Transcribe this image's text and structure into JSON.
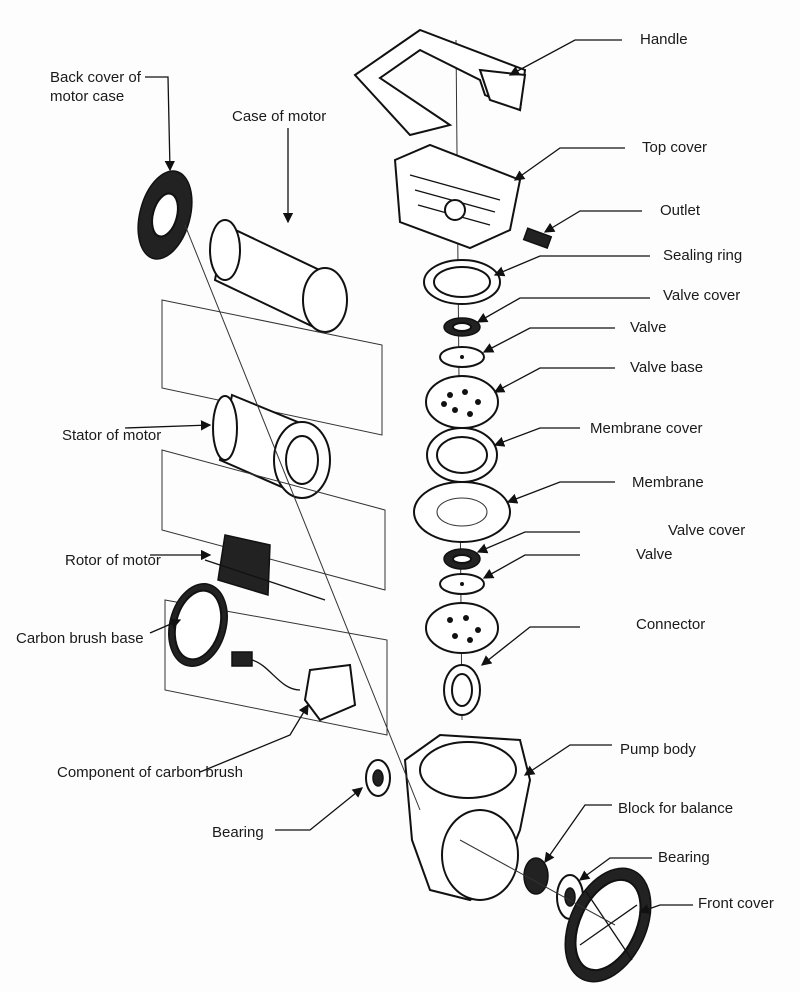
{
  "labels": {
    "handle": "Handle",
    "top_cover": "Top cover",
    "outlet": "Outlet",
    "sealing_ring": "Sealing ring",
    "valve_cover_1": "Valve cover",
    "valve_1": "Valve",
    "valve_base": "Valve base",
    "membrane_cover": "Membrane cover",
    "membrane": "Membrane",
    "valve_cover_2": "Valve cover",
    "valve_2": "Valve",
    "connector": "Connector",
    "pump_body": "Pump body",
    "block_for_balance": "Block for balance",
    "bearing_right": "Bearing",
    "front_cover": "Front cover",
    "back_cover_line1": "Back cover of",
    "back_cover_line2": "motor case",
    "case_of_motor": "Case of motor",
    "stator_of_motor": "Stator of motor",
    "rotor_of_motor": "Rotor of motor",
    "carbon_brush_base": "Carbon brush base",
    "component_of_carbon_brush": "Component of carbon brush",
    "bearing_left": "Bearing"
  }
}
